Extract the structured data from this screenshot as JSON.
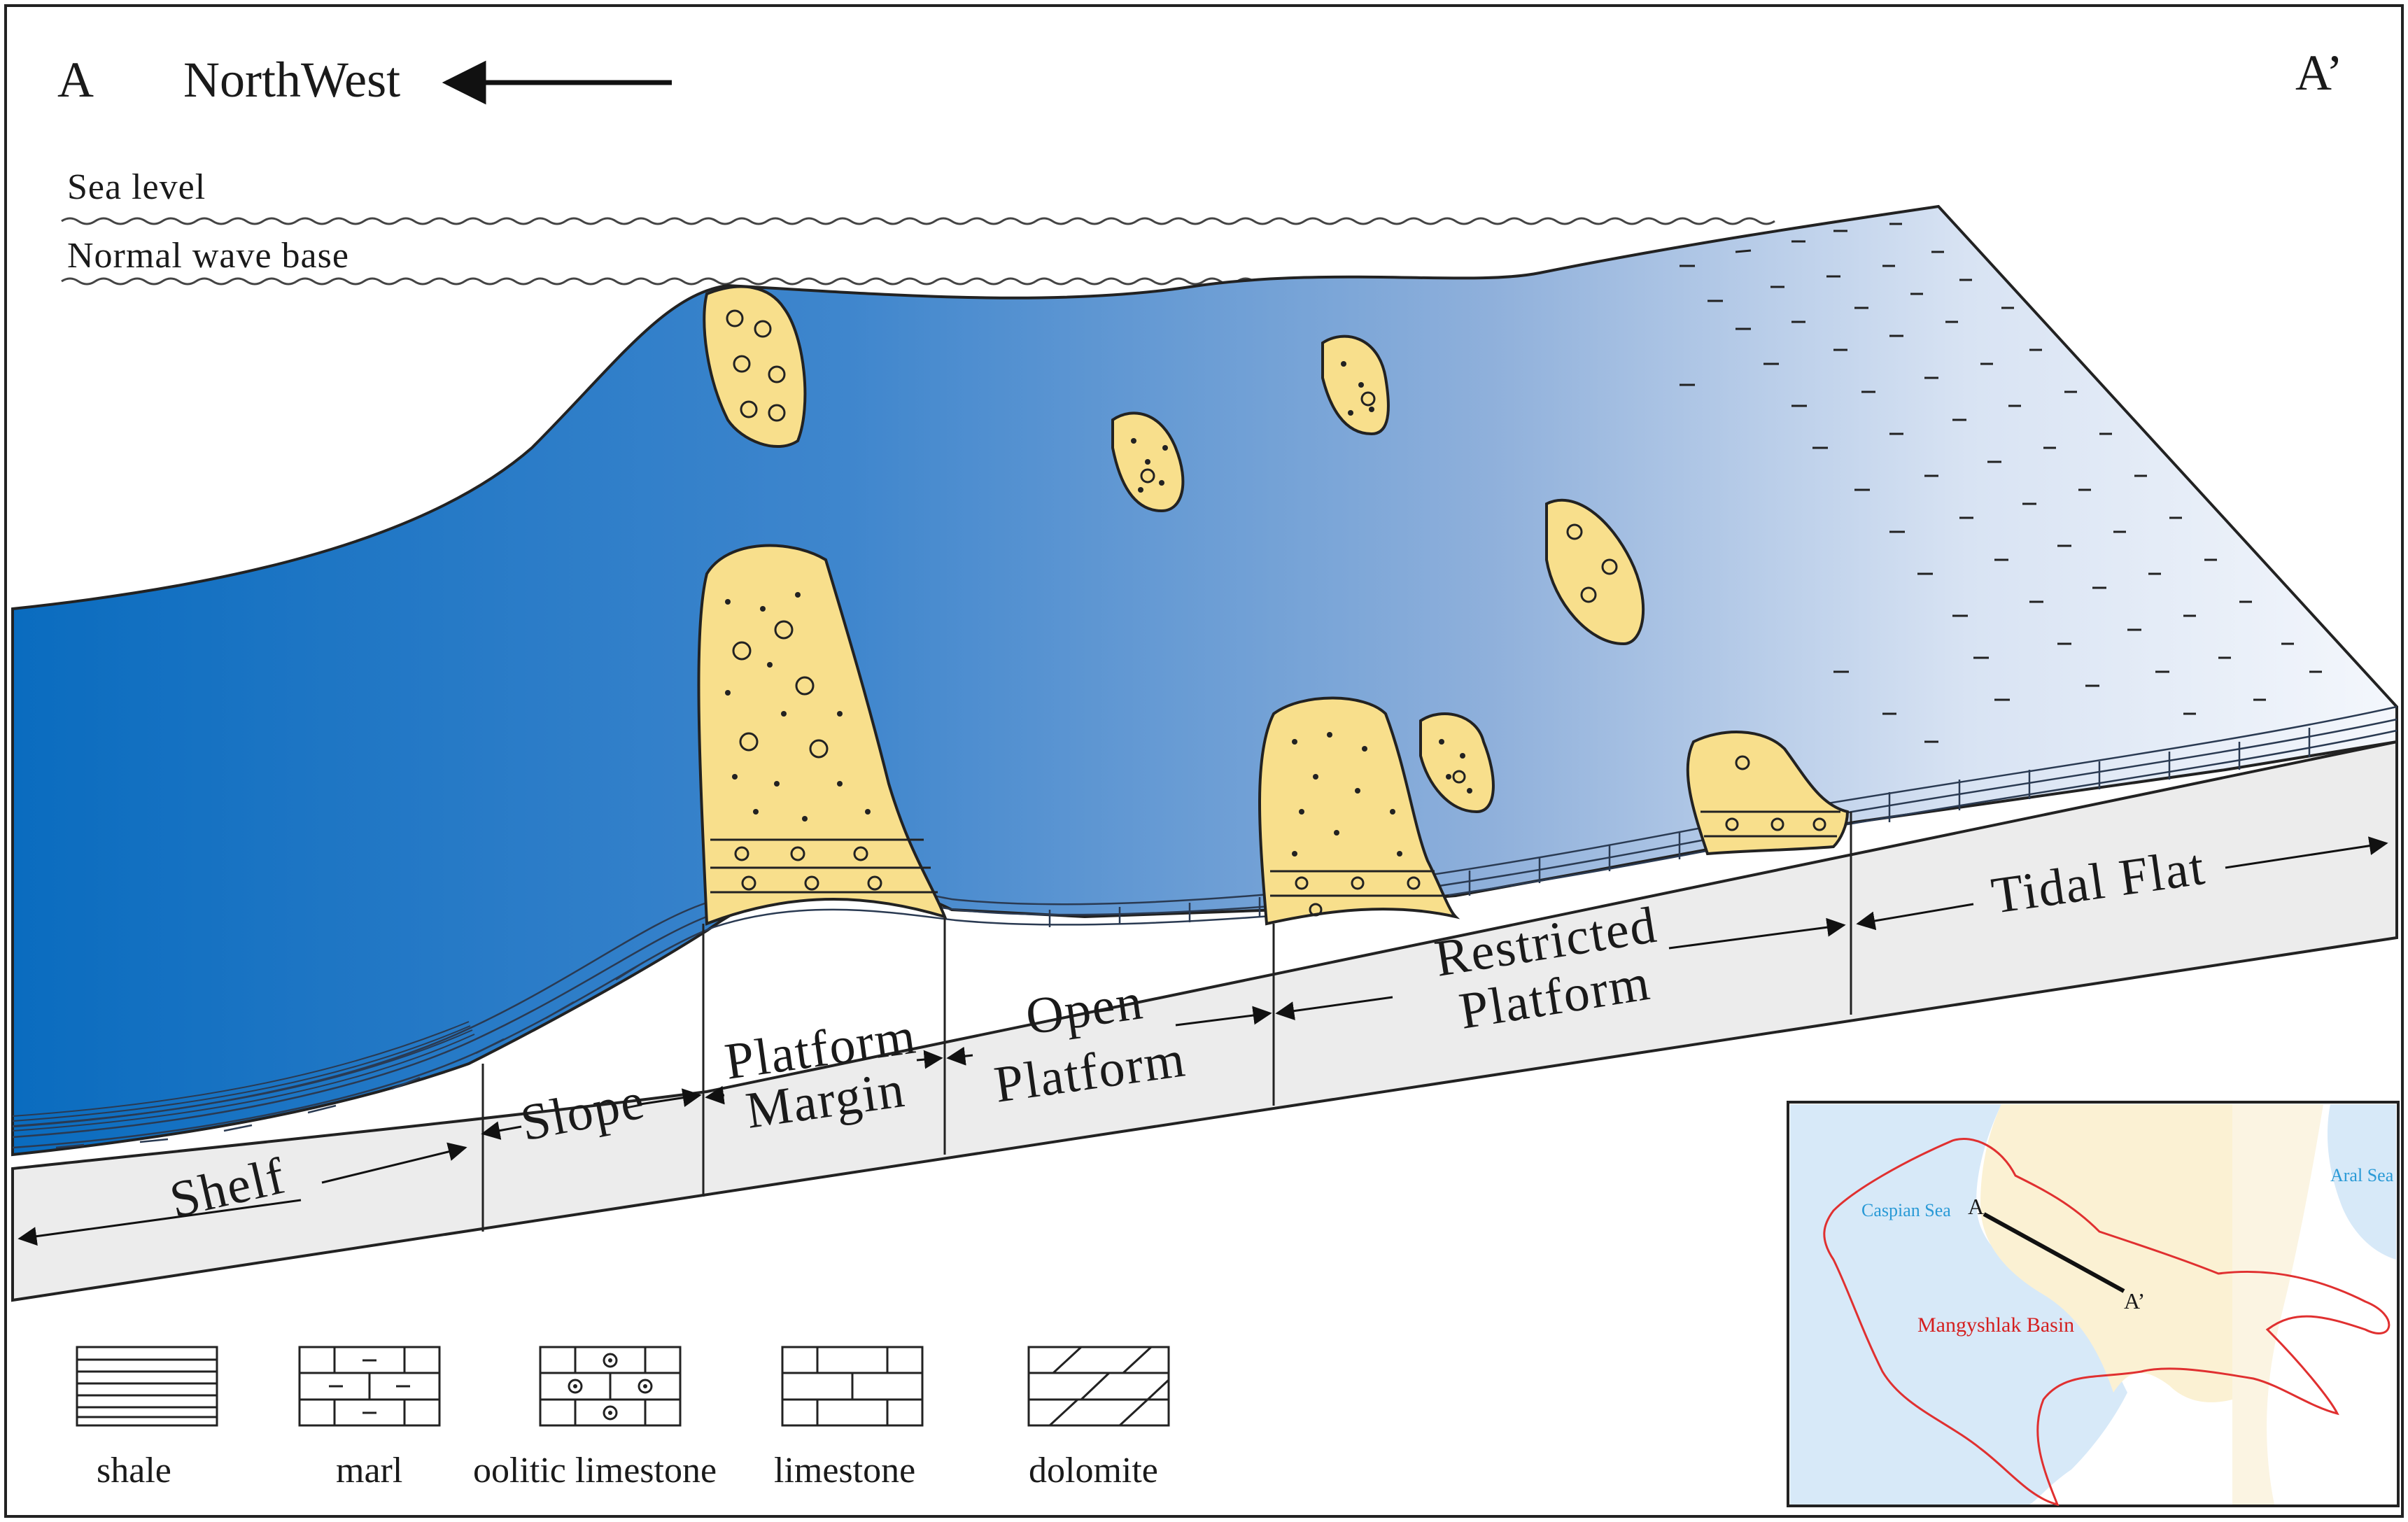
{
  "header": {
    "left_label": "A",
    "direction_label": "NorthWest",
    "right_label": "A’"
  },
  "levels": {
    "sea_level": "Sea level",
    "wave_base": "Normal wave base"
  },
  "zones": {
    "shelf": "Shelf",
    "slope": "Slope",
    "platform_margin_1": "Platform",
    "platform_margin_2": "Margin",
    "open_platform_1": "Open",
    "open_platform_2": "Platform",
    "restricted_platform_1": "Restricted",
    "restricted_platform_2": "Platform",
    "tidal_flat": "Tidal Flat"
  },
  "legend": {
    "shale": "shale",
    "marl": "marl",
    "oolitic_limestone": "oolitic limestone",
    "limestone": "limestone",
    "dolomite": "dolomite"
  },
  "inset_map": {
    "caspian_sea": "Caspian Sea",
    "aral_sea": "Aral Sea",
    "basin": "Mangyshlak Basin",
    "point_a": "A",
    "point_a_prime": "A’"
  },
  "colors": {
    "deep_water": "#0a6cbf",
    "shallow_water": "#eef3fb",
    "shoal_fill": "#f8df8c",
    "platform_grey": "#ececec",
    "basin_outline": "#e03030",
    "sea_label": "#2a9ad6",
    "basin_label": "#d42020"
  }
}
